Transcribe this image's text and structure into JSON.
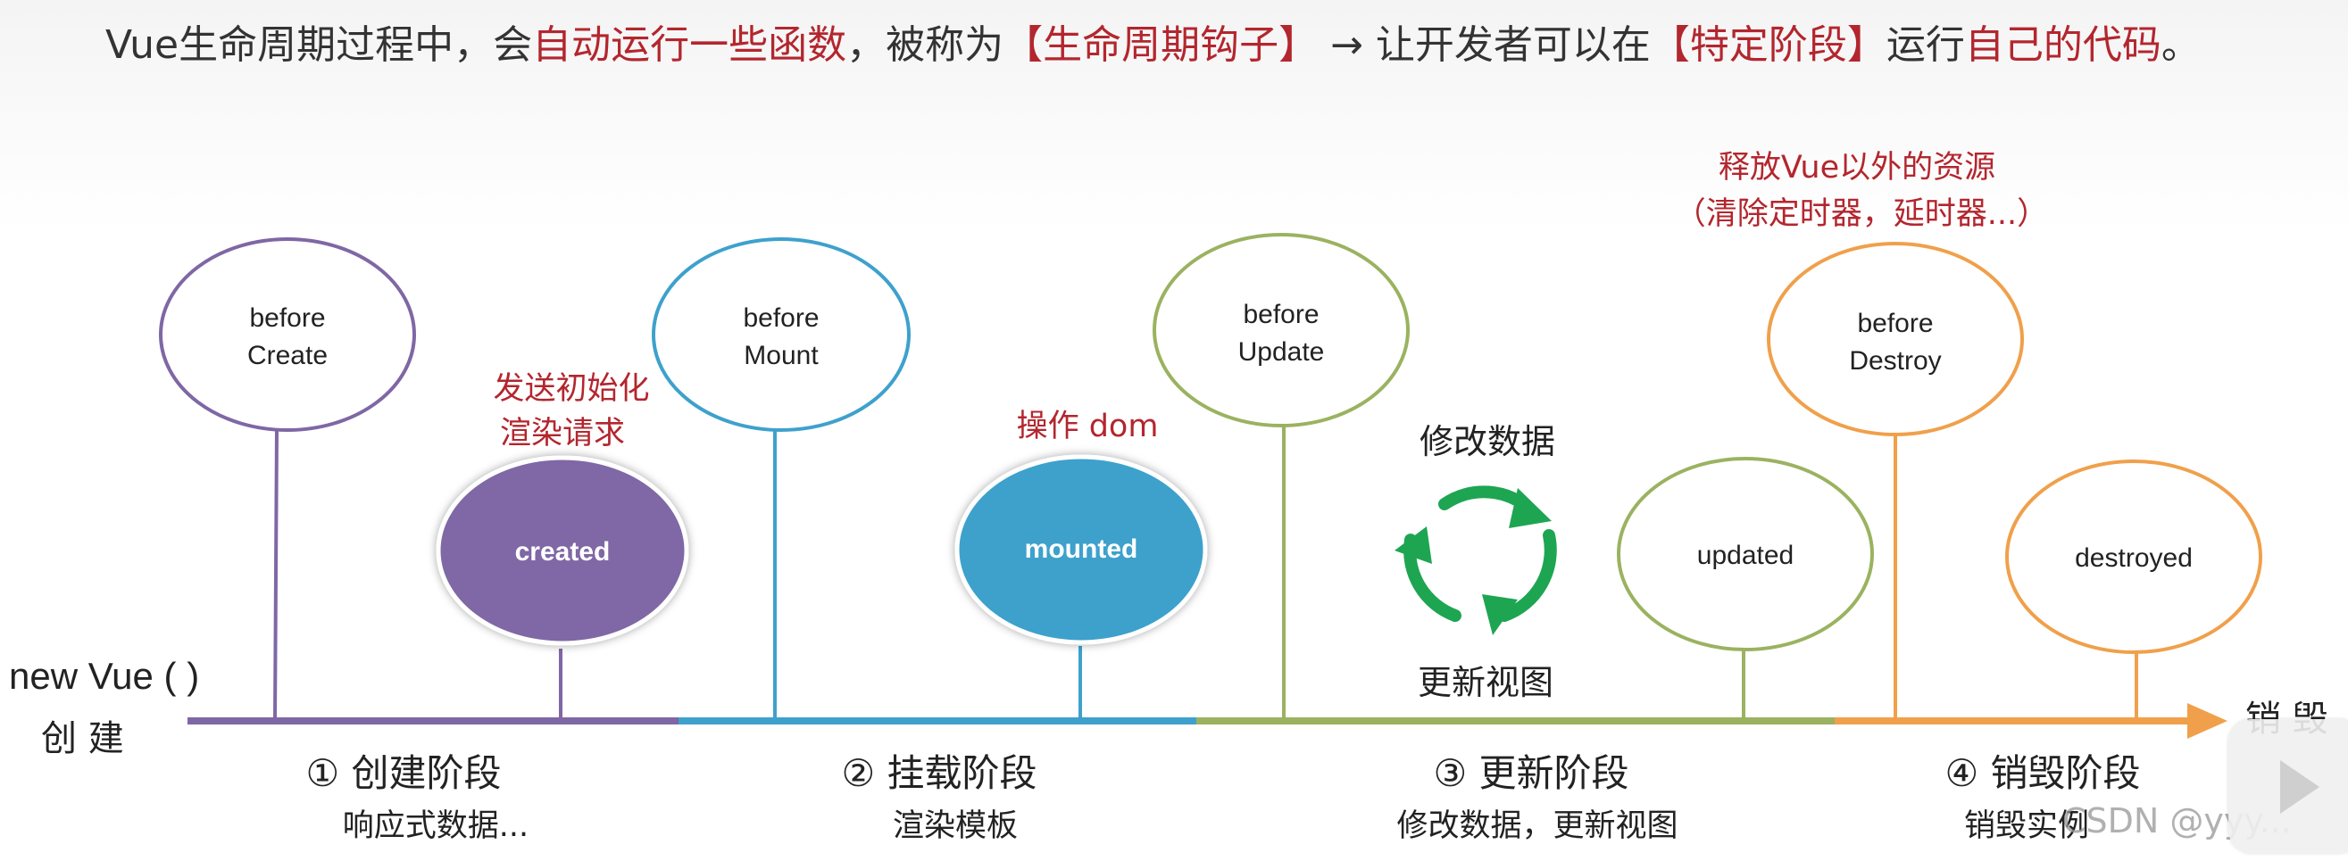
{
  "header": {
    "p1": "Vue生命周期过程中，会",
    "p2": "自动运行一些函数",
    "p3": "，被称为",
    "p4": "【生命周期钩子】",
    "p5": " → 让开发者可以在",
    "p6": "【特定阶段】",
    "p7": "运行",
    "p8": "自己的代码",
    "p9": "。"
  },
  "start": {
    "line1": "new Vue ( )",
    "line2": "创  建"
  },
  "end_label": "销  毁",
  "hooks": [
    {
      "id": "beforeCreate",
      "line1": "before",
      "line2": "Create",
      "filled": false
    },
    {
      "id": "created",
      "line1": "created",
      "line2": "",
      "filled": true
    },
    {
      "id": "beforeMount",
      "line1": "before",
      "line2": "Mount",
      "filled": false
    },
    {
      "id": "mounted",
      "line1": "mounted",
      "line2": "",
      "filled": true
    },
    {
      "id": "beforeUpdate",
      "line1": "before",
      "line2": "Update",
      "filled": false
    },
    {
      "id": "updated",
      "line1": "updated",
      "line2": "",
      "filled": false
    },
    {
      "id": "beforeDestroy",
      "line1": "before",
      "line2": "Destroy",
      "filled": false
    },
    {
      "id": "destroyed",
      "line1": "destroyed",
      "line2": "",
      "filled": false
    }
  ],
  "notes": {
    "created_line1": "发送初始化",
    "created_line2": "渲染请求",
    "mounted": "操作 dom",
    "destroy_line1": "释放Vue以外的资源",
    "destroy_line2": "（清除定时器，延时器...）",
    "cycle_top": "修改数据",
    "cycle_bottom": "更新视图"
  },
  "phases": [
    {
      "title": "① 创建阶段",
      "sub": "响应式数据..."
    },
    {
      "title": "② 挂载阶段",
      "sub": "渲染模板"
    },
    {
      "title": "③ 更新阶段",
      "sub": "修改数据，更新视图"
    },
    {
      "title": "④ 销毁阶段",
      "sub": "销毁实例"
    }
  ],
  "colors": {
    "create": "#7f67a5",
    "mount": "#3ea1cc",
    "update": "#9bb260",
    "destroy": "#f0a04b",
    "cycle": "#1ea552",
    "note_red": "#b3262e"
  },
  "watermark": "CSDN @yyy..."
}
